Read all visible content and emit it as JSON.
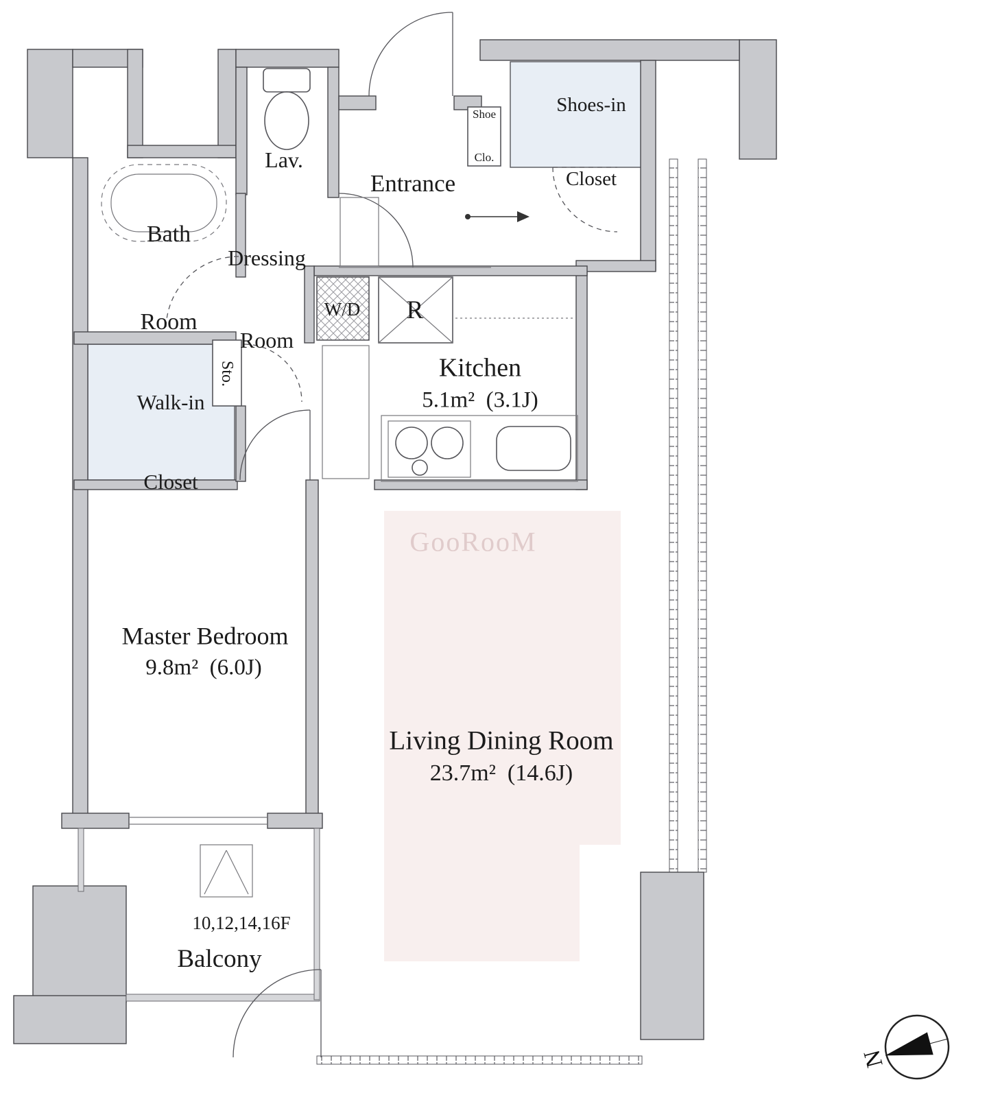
{
  "meta": {
    "watermark": "GooRooM"
  },
  "rooms": {
    "entrance": {
      "name": "Entrance"
    },
    "lav": {
      "name": "Lav."
    },
    "bath": {
      "name_line1": "Bath",
      "name_line2": "Room"
    },
    "dressing": {
      "name_line1": "Dressing",
      "name_line2": "Room"
    },
    "shoe_clo": {
      "name_line1": "Shoe",
      "name_line2": "Clo."
    },
    "shoes_in_closet": {
      "name_line1": "Shoes-in",
      "name_line2": "Closet"
    },
    "washer_dryer": {
      "name": "W/D"
    },
    "refrigerator": {
      "name": "R"
    },
    "kitchen": {
      "name": "Kitchen",
      "area": "5.1m²  (3.1J)"
    },
    "storage": {
      "name": "Sto."
    },
    "walk_in_closet": {
      "name_line1": "Walk-in",
      "name_line2": "Closet"
    },
    "master_bedroom": {
      "name": "Master Bedroom",
      "area": "9.8m²  (6.0J)"
    },
    "living_dining": {
      "name": "Living Dining Room",
      "area": "23.7m²  (14.6J)"
    },
    "balcony": {
      "name": "Balcony",
      "floors": "10,12,14,16F"
    }
  },
  "compass": {
    "north": "N"
  },
  "colors": {
    "wall": "#c8c9cd",
    "line": "#47474c",
    "closet_fill": "#e8eef5",
    "living_fill": "#f8efee"
  }
}
